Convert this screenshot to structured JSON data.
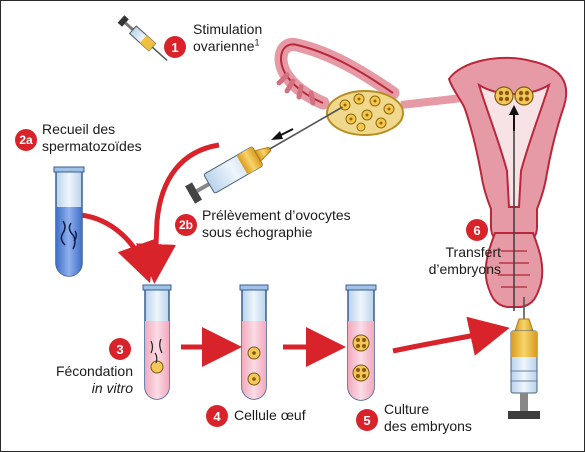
{
  "steps": [
    {
      "number": "1",
      "lines": [
        "Stimulation",
        "ovarienne"
      ],
      "footnote_mark": "1"
    },
    {
      "number": "2a",
      "lines": [
        "Recueil des",
        "spermatozoïdes"
      ]
    },
    {
      "number": "2b",
      "lines": [
        "Prélèvement d’ovocytes",
        "sous échographie"
      ]
    },
    {
      "number": "3",
      "lines": [
        "Fécondation",
        "in vitro"
      ]
    },
    {
      "number": "4",
      "lines": [
        "Cellule œuf"
      ]
    },
    {
      "number": "5",
      "lines": [
        "Culture",
        "des embryons"
      ]
    },
    {
      "number": "6",
      "lines": [
        "Transfert",
        "d’embryons"
      ]
    }
  ],
  "colors": {
    "accent_red": "#d8232a",
    "uterus_pink": "#e59aa6",
    "tissue_dark_red": "#b8283a",
    "sperm_fluid_blue": "#6b8fd8",
    "culture_medium_pink": "#f6c6d2",
    "needle_gold": "#e8b83a",
    "syringe_glass": "#cfe2f3"
  },
  "icons": [
    "syringe-icon",
    "test-tube-icon",
    "oocyte-icon",
    "embryo-icon",
    "arrow-icon"
  ]
}
